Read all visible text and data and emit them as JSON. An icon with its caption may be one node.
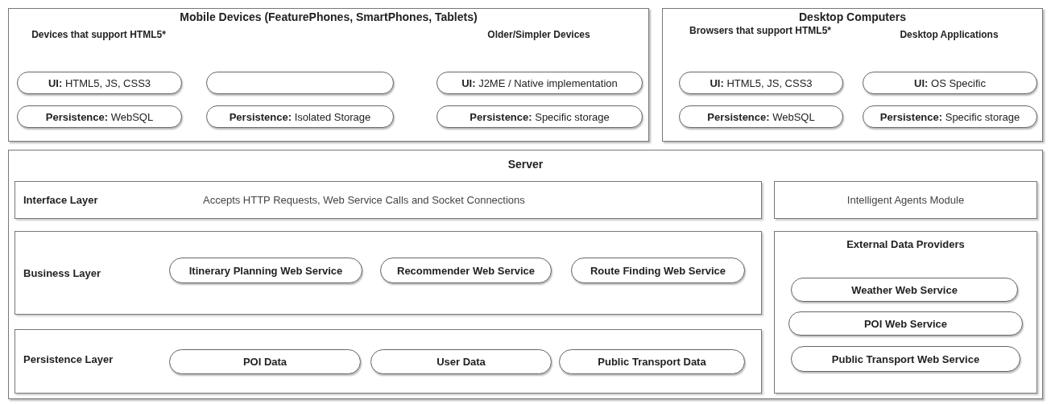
{
  "diagram": {
    "nodes": [
      {
        "text": [
          "Mobile Devices (FeaturePhones, SmartPhones, Tablets)"
        ]
      },
      {
        "text": [
          "**UI:** HTML5, JS, CSS3"
        ],
        "in": 0
      },
      {
        "text": [
          "**Persistence:** WebSQL"
        ],
        "in": 0
      },
      {
        "text": [],
        "shape": "pill",
        "in": 0
      },
      {
        "text": [
          "**Persistence:** Isolated Storage"
        ],
        "in": 0
      },
      {
        "text": [
          "**UI:** J2ME / Native implementation"
        ],
        "in": 0
      },
      {
        "text": [
          "**Persistence:** Specific storage"
        ],
        "in": 0
      },
      {
        "text": [
          "Desktop Computers"
        ]
      },
      {
        "text": [
          "**UI:** HTML5, JS, CSS3"
        ],
        "in": 7
      },
      {
        "text": [
          "**Persistence:** WebSQL"
        ],
        "in": 7
      },
      {
        "text": [
          "**UI:** OS Specific"
        ],
        "in": 7
      },
      {
        "text": [
          "**Persistence:** Specific storage"
        ],
        "in": 7
      },
      {
        "text": [
          "Server"
        ]
      },
      {
        "text": [
          "Interface Layer",
          "Accepts HTTP Requests, Web Service Calls and Socket Connections"
        ],
        "in": 12
      },
      {
        "text": [
          "Business Layer"
        ],
        "in": 12
      },
      {
        "text": [
          "Itinerary Planning Web Service"
        ],
        "in": 14
      },
      {
        "text": [
          "Recommender Web Service"
        ],
        "in": 14
      },
      {
        "text": [
          "Route Finding Web Service"
        ],
        "in": 14
      },
      {
        "text": [
          "Persistence Layer"
        ],
        "in": 12
      },
      {
        "text": [
          "POI Data"
        ],
        "in": 18
      },
      {
        "text": [
          "User Data"
        ],
        "in": 18
      },
      {
        "text": [
          "Public Transport Data"
        ],
        "in": 18
      },
      {
        "text": [
          "Intelligent Agents Module"
        ],
        "in": 12
      },
      {
        "text": [
          "External Data Providers"
        ],
        "in": 12
      },
      {
        "text": [
          "Weather Web Service"
        ],
        "in": 23
      },
      {
        "text": [
          "POI Web Service"
        ],
        "in": 23
      },
      {
        "text": [
          "Public Transport Web Service"
        ],
        "in": 23
      }
    ],
    "edges": [],
    "labels": [
      "Devices that support HTML5*",
      "Older/Simpler Devices",
      "Browsers that support HTML5*",
      "Desktop Applications"
    ]
  }
}
